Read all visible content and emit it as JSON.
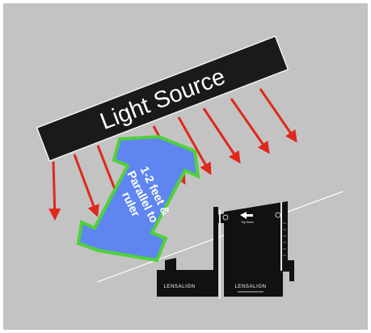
{
  "diagram": {
    "light_source_label": "Light Source",
    "distance_label_lines": [
      "1-2 feet &",
      "Parallel to",
      "ruler"
    ],
    "device_brand_left": "LENSALIGN",
    "device_brand_right": "LENSALIGN",
    "device_small_label": "Top Down",
    "colors": {
      "background": "#c3c3c3",
      "light_bar": "#1a1a1a",
      "light_bar_border": "#f2f2f2",
      "ray": "#e0281c",
      "arrow_fill": "#5f86f0",
      "arrow_border": "#4fd13a",
      "ruler_line": "#ffffff",
      "device": "#111111"
    }
  }
}
